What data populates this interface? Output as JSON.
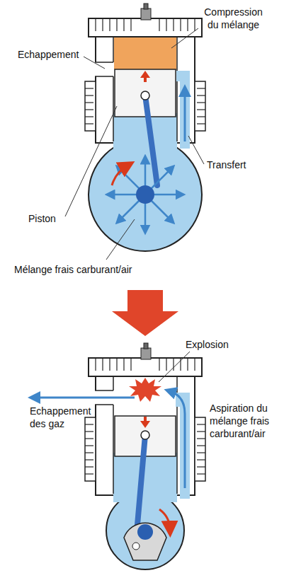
{
  "diagram": {
    "labels": [
      "Compression du mélange",
      "Echappement",
      "Transfert",
      "Piston",
      "Mélange frais carburant/air",
      "Explosion",
      "Echappement des gaz",
      "Aspiration du mélange frais carburant/air"
    ]
  }
}
